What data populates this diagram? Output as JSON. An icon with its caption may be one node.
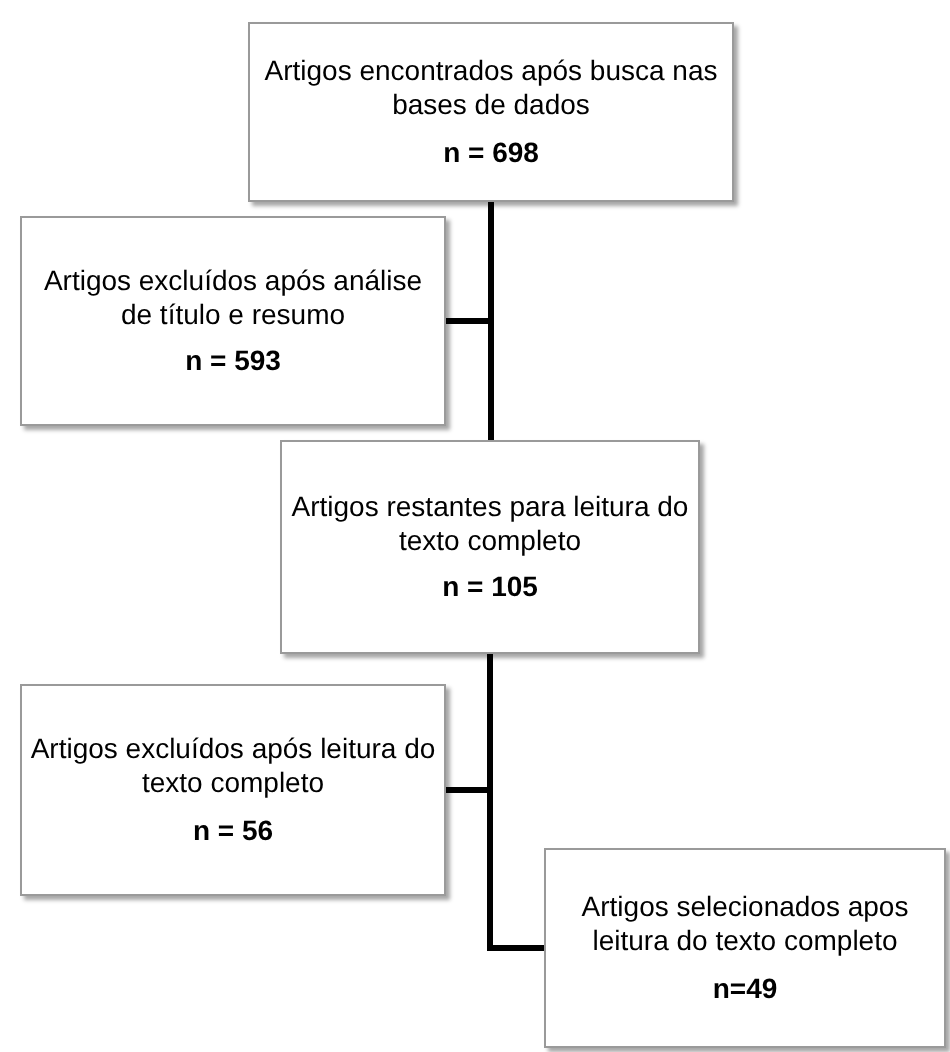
{
  "diagram": {
    "nodes": [
      {
        "text": [
          "Artigos encontrados após busca nas bases de dados",
          "n = 698"
        ]
      },
      {
        "text": [
          "Artigos excluídos após análise de título e resumo",
          "n = 593"
        ]
      },
      {
        "text": [
          "Artigos restantes para leitura do texto completo",
          "n = 105"
        ]
      },
      {
        "text": [
          "Artigos excluídos após leitura do texto completo",
          "n = 56"
        ]
      },
      {
        "text": [
          "Artigos selecionados apos leitura do texto completo",
          "n=49"
        ]
      }
    ],
    "edges": [
      {
        "from": 0,
        "to": 1,
        "arrow": "none"
      },
      {
        "from": 0,
        "to": 2,
        "arrow": "none"
      },
      {
        "from": 2,
        "to": 3,
        "arrow": "none"
      },
      {
        "from": 2,
        "to": 4,
        "arrow": "none"
      }
    ]
  }
}
